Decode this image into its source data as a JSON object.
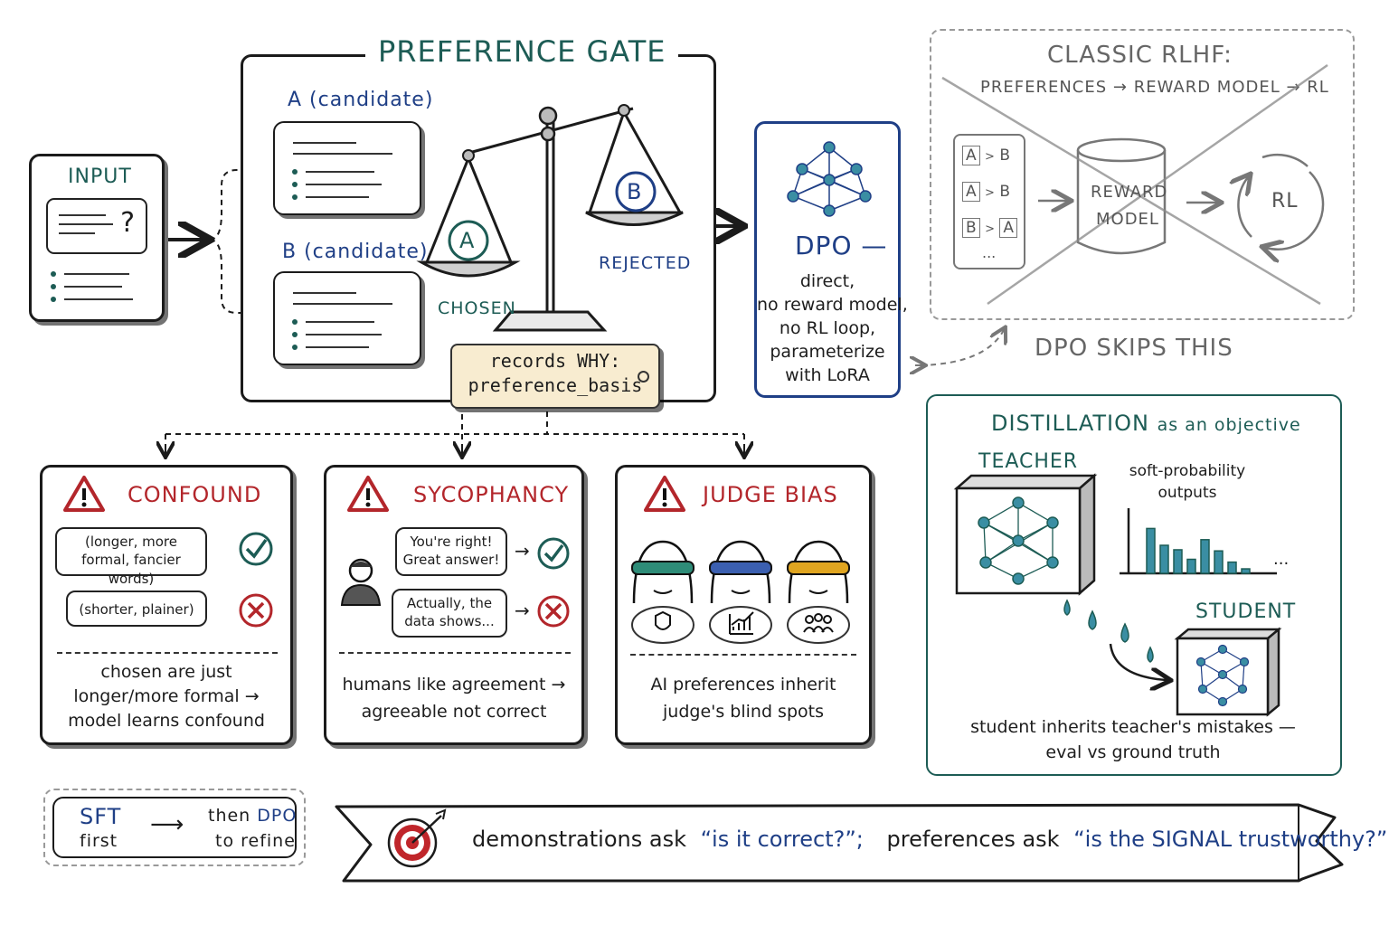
{
  "input": {
    "label": "INPUT",
    "prompt_glyph": "?"
  },
  "gate": {
    "title": "PREFERENCE GATE",
    "candidate_a": "A (candidate)",
    "candidate_b": "B (candidate)",
    "pan_a_letter": "A",
    "pan_b_letter": "B",
    "chosen": "CHOSEN",
    "rejected": "REJECTED",
    "tag_line1": "records WHY:",
    "tag_line2": "preference_basis"
  },
  "dpo": {
    "title": "DPO —",
    "lines": [
      "direct,",
      "no reward model,",
      "no RL loop,",
      "parameterize",
      "with LoRA"
    ]
  },
  "rlhf": {
    "title": "CLASSIC RLHF:",
    "flow": "PREFERENCES → REWARD MODEL → RL",
    "pairs": [
      {
        "left": "A",
        "op": ">",
        "right": "B"
      },
      {
        "left": "A",
        "op": ">",
        "right": "B"
      },
      {
        "left": "B",
        "op": ">",
        "right": "A"
      }
    ],
    "pairs_more": "...",
    "reward_line1": "REWARD",
    "reward_line2": "MODEL",
    "rl": "RL",
    "skip_note": "DPO SKIPS THIS"
  },
  "confound": {
    "title": "CONFOUND",
    "bubble_good": "(longer, more formal, fancier words)",
    "bubble_bad": "(shorter, plainer)",
    "caption": [
      "chosen are just",
      "longer/more formal →",
      "model learns confound"
    ]
  },
  "sycophancy": {
    "title": "SYCOPHANCY",
    "bubble_good": "You're right! Great answer!",
    "bubble_bad": "Actually, the data shows...",
    "caption": [
      "humans like agreement →",
      "agreeable not correct"
    ]
  },
  "judge": {
    "title": "JUDGE BIAS",
    "caption": [
      "AI preferences inherit",
      "judge's blind spots"
    ]
  },
  "distill": {
    "title_main": "DISTILLATION",
    "title_sub": "as an objective",
    "teacher": "TEACHER",
    "soft_line1": "soft-probability",
    "soft_line2": "outputs",
    "student": "STUDENT",
    "caption": [
      "student inherits teacher's mistakes —",
      "eval vs ground truth"
    ],
    "bars": [
      0.8,
      0.5,
      0.42,
      0.25,
      0.6,
      0.4,
      0.2,
      0.08
    ]
  },
  "sft": {
    "sft": "SFT",
    "first": "first",
    "then": "then",
    "dpo": "DPO",
    "refine": "to refine"
  },
  "banner": {
    "part1": "demonstrations ask",
    "quote1": "“is it correct?”;",
    "part2": "preferences ask",
    "quote2": "“is the SIGNAL trustworthy?”"
  },
  "colors": {
    "teal": "#1d5c55",
    "navy": "#1f3f86",
    "red": "#b3262b",
    "tag": "#f8ecd0",
    "node": "#3a8ea3"
  }
}
